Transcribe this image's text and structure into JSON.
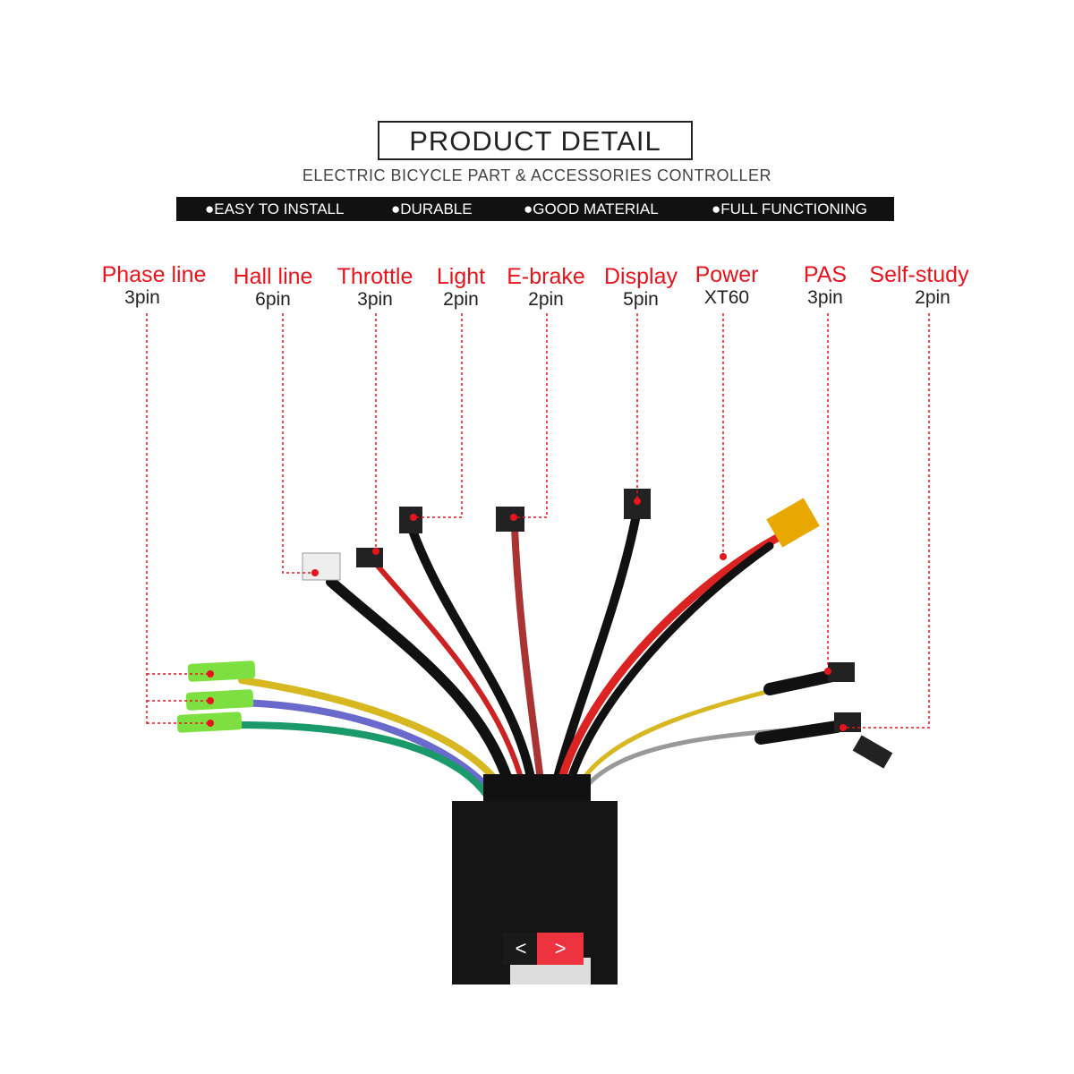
{
  "header": {
    "title": "PRODUCT  DETAIL",
    "subtitle": "ELECTRIC BICYCLE PART & ACCESSORIES CONTROLLER",
    "features": [
      "●EASY TO INSTALL",
      "●DURABLE",
      "●GOOD MATERIAL",
      "●FULL FUNCTIONING"
    ]
  },
  "connectors": [
    {
      "name": "Phase line",
      "pins": "3pin"
    },
    {
      "name": "Hall line",
      "pins": "6pin"
    },
    {
      "name": "Throttle",
      "pins": "3pin"
    },
    {
      "name": "Light",
      "pins": "2pin"
    },
    {
      "name": "E-brake",
      "pins": "2pin"
    },
    {
      "name": "Display",
      "pins": "5pin"
    },
    {
      "name": "Power",
      "pins": "XT60"
    },
    {
      "name": "PAS",
      "pins": "3pin"
    },
    {
      "name": "Self-study",
      "pins": "2pin"
    }
  ],
  "carousel": {
    "prev": "<",
    "next": ">"
  },
  "colors": {
    "accent": "#e8141b",
    "band": "#111111"
  }
}
